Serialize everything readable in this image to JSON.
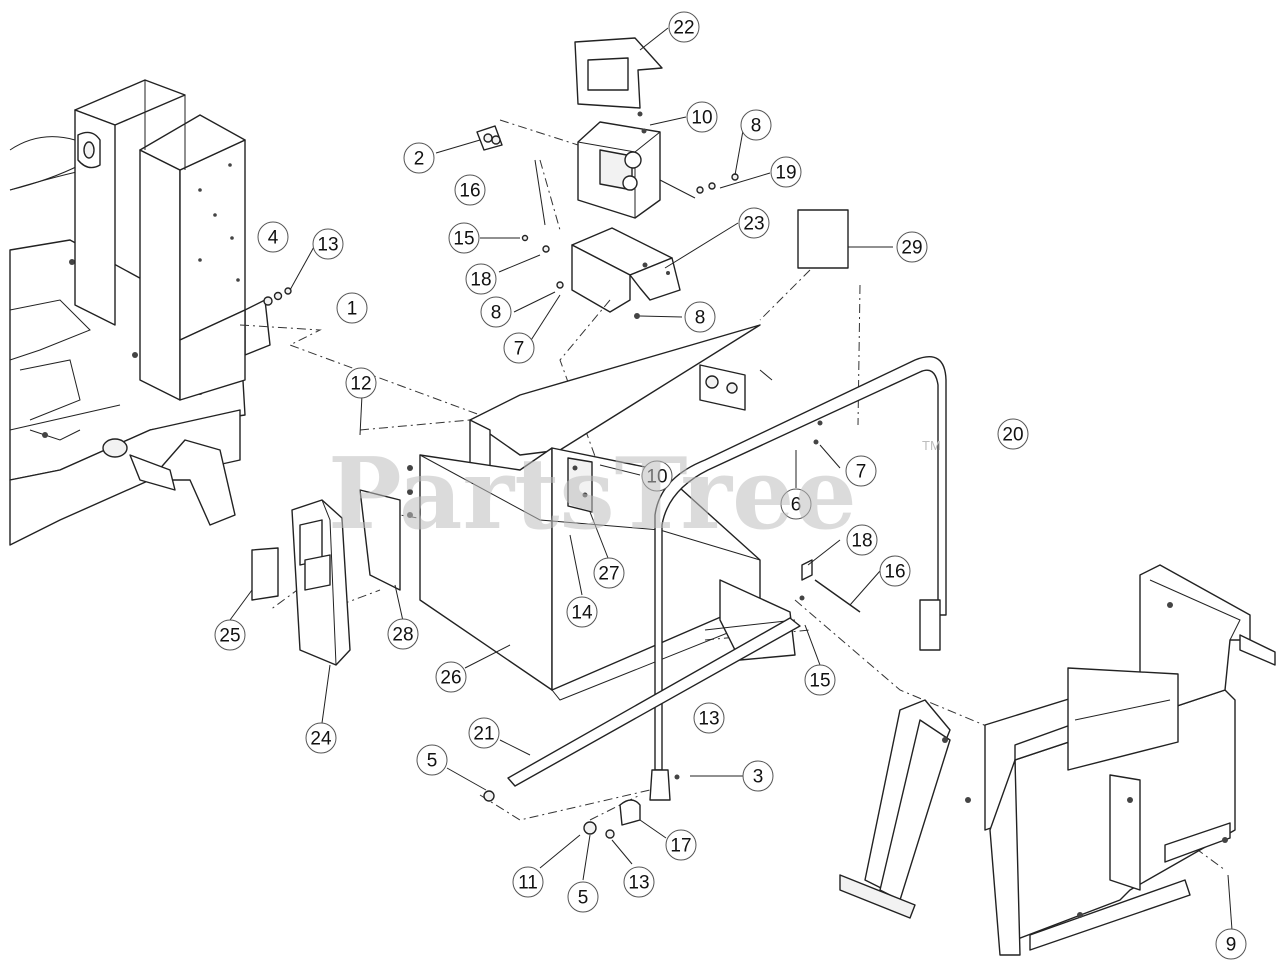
{
  "watermark": {
    "brand": "PartsTree",
    "mark": "TM"
  },
  "callouts": [
    {
      "id": "22",
      "label": "22"
    },
    {
      "id": "10a",
      "label": "10"
    },
    {
      "id": "8a",
      "label": "8"
    },
    {
      "id": "2",
      "label": "2"
    },
    {
      "id": "16a",
      "label": "16"
    },
    {
      "id": "19",
      "label": "19"
    },
    {
      "id": "23",
      "label": "23"
    },
    {
      "id": "4",
      "label": "4"
    },
    {
      "id": "13a",
      "label": "13"
    },
    {
      "id": "15a",
      "label": "15"
    },
    {
      "id": "29",
      "label": "29"
    },
    {
      "id": "18a",
      "label": "18"
    },
    {
      "id": "1",
      "label": "1"
    },
    {
      "id": "8b",
      "label": "8"
    },
    {
      "id": "8c",
      "label": "8"
    },
    {
      "id": "7a",
      "label": "7"
    },
    {
      "id": "12",
      "label": "12"
    },
    {
      "id": "20",
      "label": "20"
    },
    {
      "id": "10b",
      "label": "10"
    },
    {
      "id": "7b",
      "label": "7"
    },
    {
      "id": "6",
      "label": "6"
    },
    {
      "id": "18b",
      "label": "18"
    },
    {
      "id": "27",
      "label": "27"
    },
    {
      "id": "16b",
      "label": "16"
    },
    {
      "id": "14",
      "label": "14"
    },
    {
      "id": "25",
      "label": "25"
    },
    {
      "id": "28",
      "label": "28"
    },
    {
      "id": "26",
      "label": "26"
    },
    {
      "id": "15b",
      "label": "15"
    },
    {
      "id": "13b",
      "label": "13"
    },
    {
      "id": "24",
      "label": "24"
    },
    {
      "id": "21",
      "label": "21"
    },
    {
      "id": "5a",
      "label": "5"
    },
    {
      "id": "3",
      "label": "3"
    },
    {
      "id": "17",
      "label": "17"
    },
    {
      "id": "11",
      "label": "11"
    },
    {
      "id": "5b",
      "label": "5"
    },
    {
      "id": "13c",
      "label": "13"
    },
    {
      "id": "9",
      "label": "9"
    }
  ]
}
